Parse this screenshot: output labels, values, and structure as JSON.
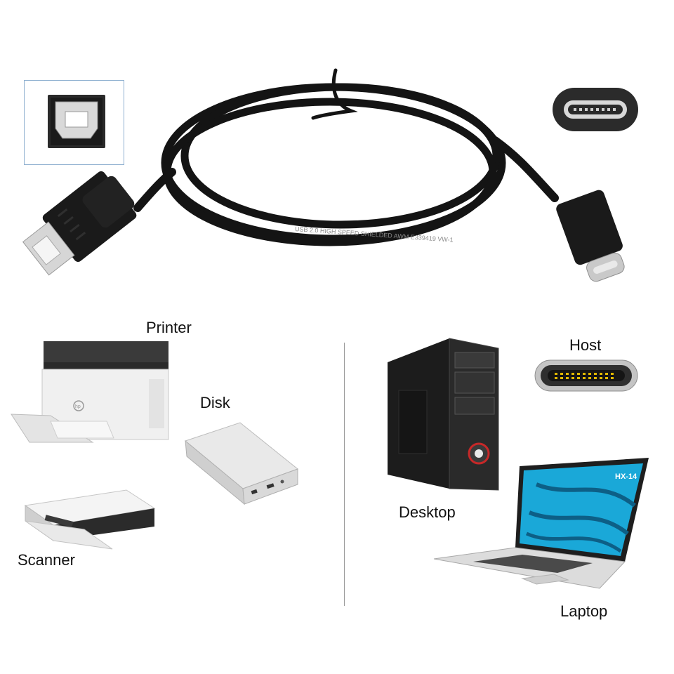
{
  "product": {
    "cable_print": "USB 2.0 HIGH SPEED SHIELDED AWM E339419 VW-1",
    "laptop_screen_badge": "HX-14",
    "printer_brand": "hp"
  },
  "labels": {
    "printer": "Printer",
    "disk": "Disk",
    "scanner": "Scanner",
    "host": "Host",
    "desktop": "Desktop",
    "laptop": "Laptop"
  },
  "icons": [
    "usb-b-port-icon",
    "usb-c-port-icon",
    "usb-c-host-port-icon"
  ],
  "colors": {
    "cable": "#141414",
    "connector_metal": "#c9c9c9",
    "host_pins": "#e0b800",
    "divider": "#9a9a9a",
    "laptop_screen": "#1aa8d8"
  }
}
